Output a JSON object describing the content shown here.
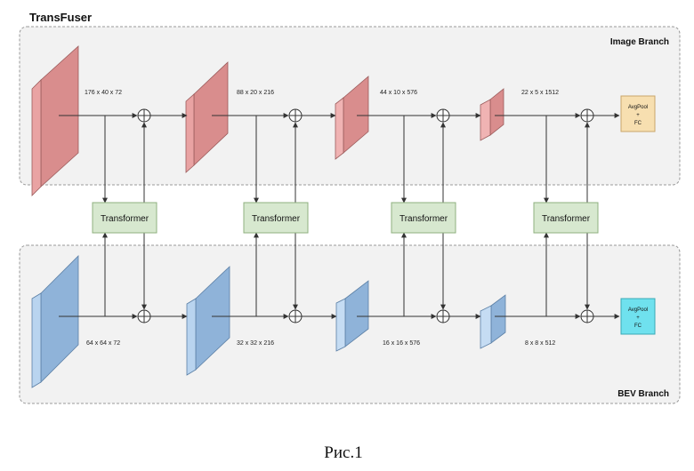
{
  "title": "TransFuser",
  "image_branch": {
    "label": "Image Branch",
    "stages": [
      {
        "dims": "176 x 40 x 72"
      },
      {
        "dims": "88 x 20 x 216"
      },
      {
        "dims": "44 x 10 x 576"
      },
      {
        "dims": "22 x 5 x 1512"
      }
    ],
    "head": {
      "line1": "AvgPool",
      "line2": "+",
      "line3": "FC",
      "color": "#f7dfb0"
    }
  },
  "bev_branch": {
    "label": "BEV Branch",
    "stages": [
      {
        "dims": "64 x 64 x 72"
      },
      {
        "dims": "32 x 32 x 216"
      },
      {
        "dims": "16 x 16 x 576"
      },
      {
        "dims": "8 x 8 x 512"
      }
    ],
    "head": {
      "line1": "AvgPool",
      "line2": "+",
      "line3": "FC",
      "color": "#6fe1ee"
    }
  },
  "transformers": [
    {
      "label": "Transformer"
    },
    {
      "label": "Transformer"
    },
    {
      "label": "Transformer"
    },
    {
      "label": "Transformer"
    }
  ],
  "colors": {
    "image_feature": "#f2a9a9",
    "bev_feature": "#b9d4ef",
    "transformer": "#d7e8cf"
  },
  "caption": "Рис.1"
}
